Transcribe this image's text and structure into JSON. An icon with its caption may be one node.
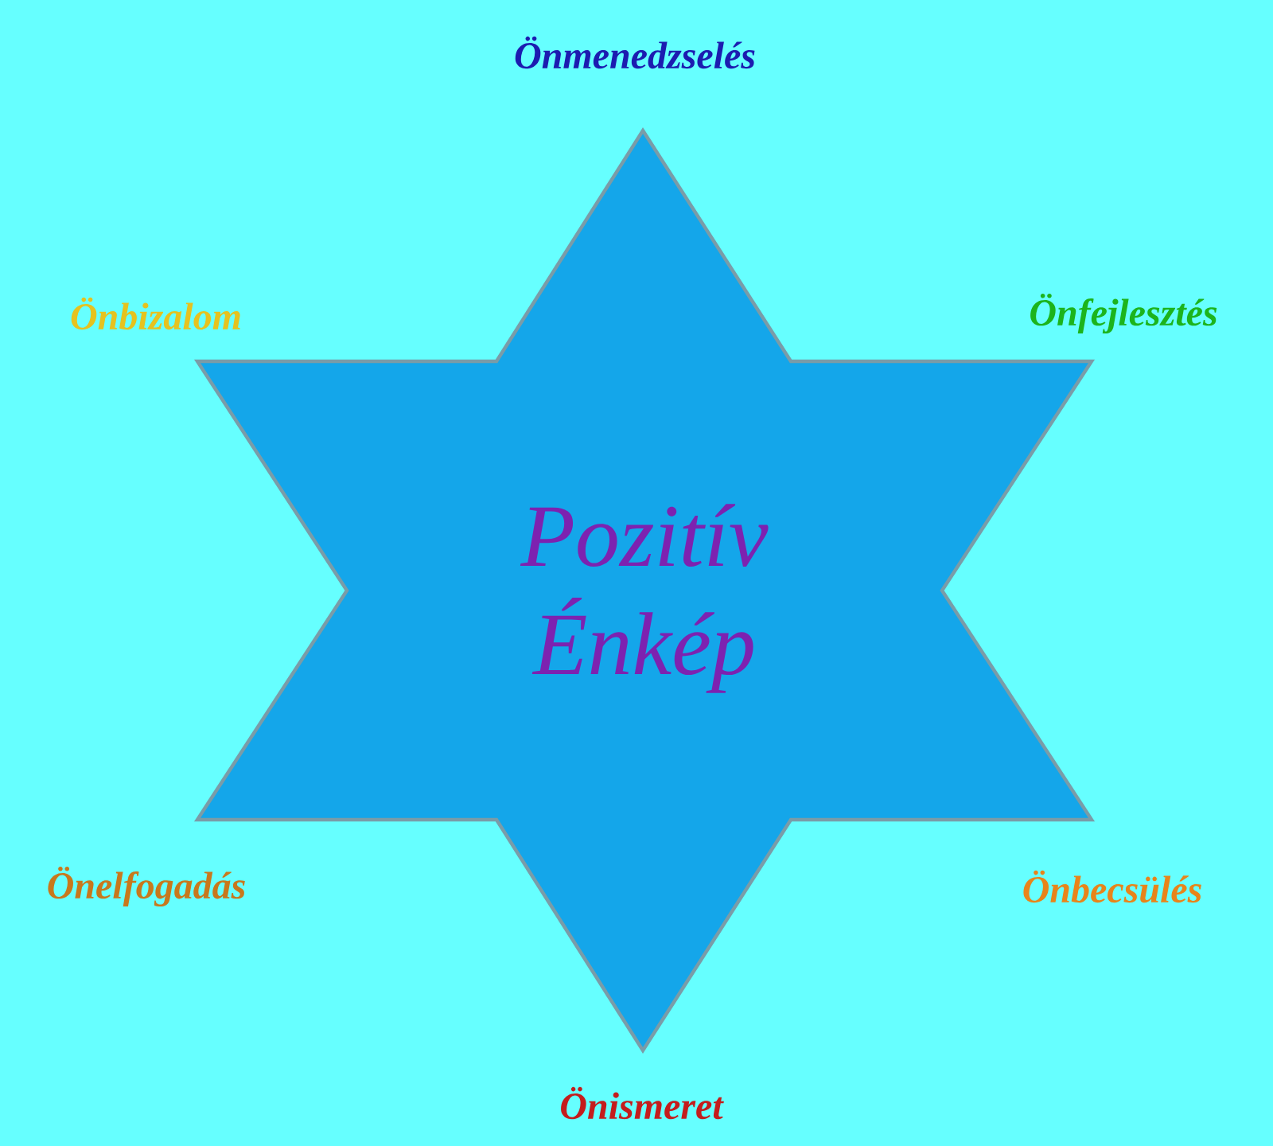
{
  "diagram": {
    "nodes": [
      {
        "text": [
          "Pozitív Énkép"
        ],
        "beside": [
          "Önmenedzselés",
          "Önbizalom",
          "Önfejlesztés",
          "Önelfogadás",
          "Önbecsülés",
          "Önismeret"
        ]
      }
    ]
  }
}
